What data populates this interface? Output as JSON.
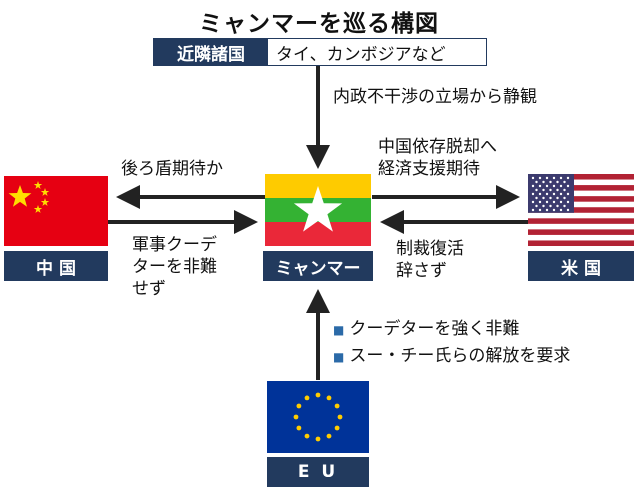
{
  "title": "ミャンマーを巡る構図",
  "neighbors": {
    "label": "近隣諸国",
    "list": "タイ、カンボジアなど",
    "stance": "内政不干渉の立場から静観"
  },
  "china": {
    "label": "中 国",
    "to_myanmar": "後ろ盾期待か",
    "from_myanmar": [
      "軍事クーデ",
      "ターを非難",
      "せず"
    ]
  },
  "usa": {
    "label": "米 国",
    "from_myanmar": [
      "中国依存脱却へ",
      "経済支援期待"
    ],
    "to_myanmar": [
      "制裁復活",
      "辞さず"
    ]
  },
  "myanmar": {
    "label": "ミャンマー"
  },
  "eu": {
    "label": "E U",
    "stance": [
      "クーデターを強く非難",
      "スー・チー氏らの解放を要求"
    ]
  },
  "colors": {
    "navy": "#223a5e",
    "china_red": "#e60012",
    "myanmar_yellow": "#fecb00",
    "myanmar_green": "#34b233",
    "myanmar_red": "#ea2839",
    "eu_blue": "#003399",
    "eu_gold": "#ffcc00"
  }
}
